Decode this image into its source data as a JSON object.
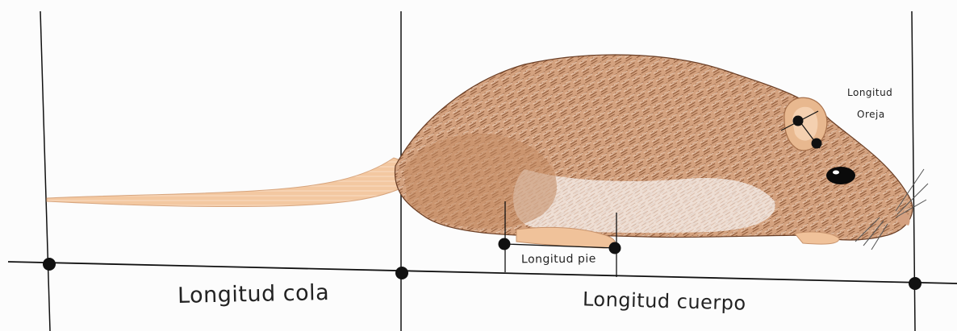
{
  "labels": {
    "tail_length": "Longitud cola",
    "body_length": "Longitud cuerpo",
    "foot_length": "Longitud pie",
    "ear_length_line1": "Longitud",
    "ear_length_line2": "Oreja"
  },
  "colors": {
    "fur_light": "#e2b697",
    "fur_mid": "#c8916a",
    "fur_dark": "#7b4a2d",
    "belly": "#f1e7e0",
    "tail": "#f3c8a1",
    "ink": "#111111"
  }
}
